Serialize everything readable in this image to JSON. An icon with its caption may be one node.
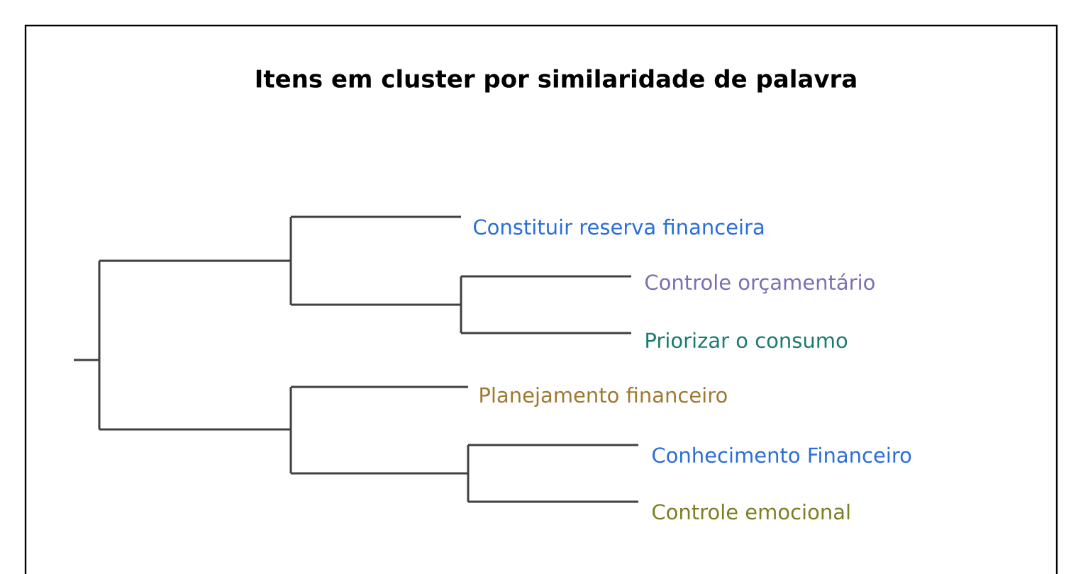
{
  "diagram": {
    "title": "Itens em cluster por similaridade de palavra",
    "labels": [
      "Constituir reserva financeira",
      "Controle orçamentário",
      "Priorizar o consumo",
      "Planejamento financeiro",
      "Conhecimento Financeiro",
      "Controle emocional"
    ]
  }
}
